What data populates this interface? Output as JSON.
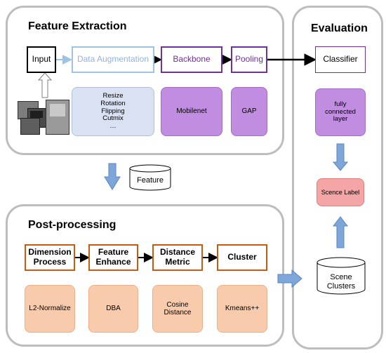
{
  "feature_extraction": {
    "title": "Feature Extraction",
    "input": "Input",
    "data_augmentation": "Data Augmentation",
    "backbone": "Backbone",
    "pooling": "Pooling",
    "augmentations": "Resize\nRotation\nFlipping\nCutmix\n…",
    "backbone_model": "Mobilenet",
    "pooling_method": "GAP"
  },
  "feature_store": "Feature",
  "post_processing": {
    "title": "Post-processing",
    "steps": [
      "Dimension\nProcess",
      "Feature\nEnhance",
      "Distance\nMetric",
      "Cluster"
    ],
    "methods": [
      "L2-Normalize",
      "DBA",
      "Cosine\nDistance",
      "Kmeans++"
    ]
  },
  "evaluation": {
    "title": "Evaluation",
    "classifier": "Classifier",
    "layer": "fully\nconnected\nlayer",
    "scene_label": "Scence Label",
    "scene_clusters": "Scene\nClusters"
  },
  "colors": {
    "panel_border": "#bdbdbd",
    "purple": "#7030a0",
    "orange": "#c55a11",
    "light_blue": "#9dc3e6",
    "blue_arrow": "#7ea6d9"
  }
}
